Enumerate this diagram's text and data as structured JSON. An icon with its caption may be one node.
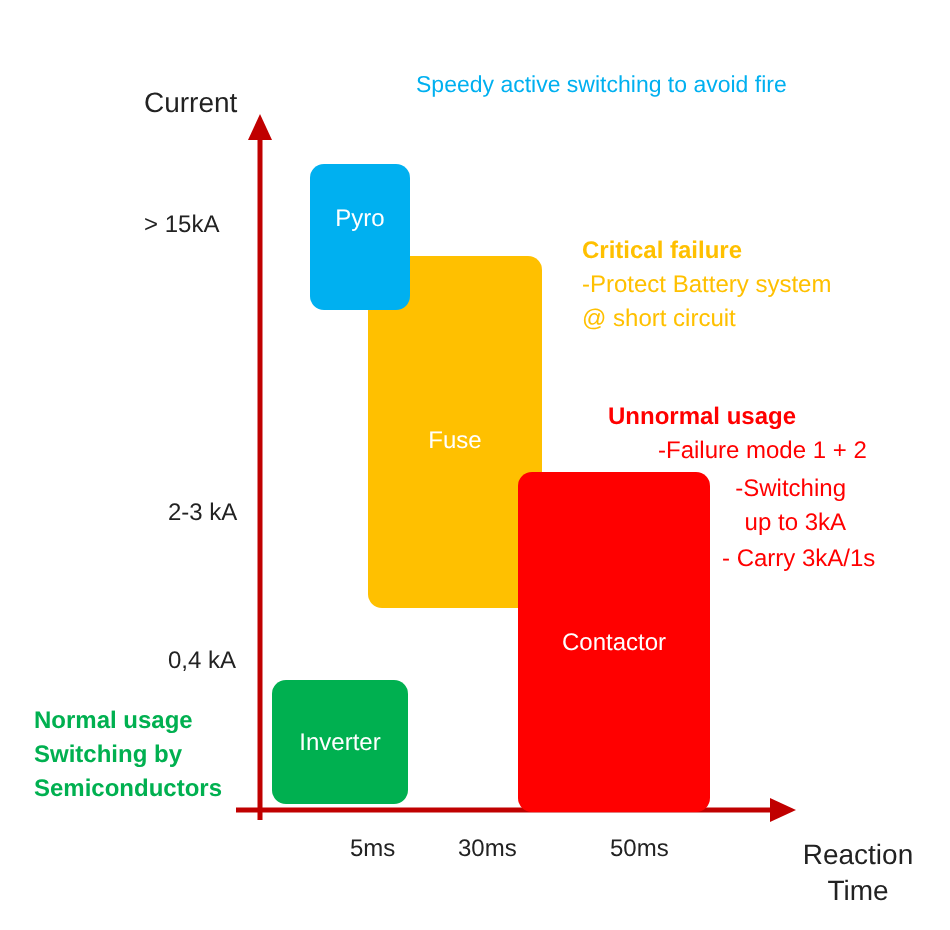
{
  "diagram": {
    "title": "Speedy active switching to avoid fire",
    "nodes": [
      {
        "text": [
          "Pyro"
        ]
      },
      {
        "text": [
          "Fuse"
        ]
      },
      {
        "text": [
          "Contactor"
        ]
      },
      {
        "text": [
          "Inverter"
        ]
      }
    ],
    "edges": [],
    "labels": [
      "Current",
      "> 15kA",
      "Critical failure",
      "-Protect Battery system @ short circuit",
      "Unnormal usage",
      "-Failure mode 1 + 2",
      "-Switching up to 3kA",
      "- Carry 3kA/1s",
      "2-3 kA",
      "0,4 kA",
      "Normal usage Switching by Semiconductors",
      "5ms",
      "30ms",
      "50ms",
      "Reaction Time"
    ]
  }
}
